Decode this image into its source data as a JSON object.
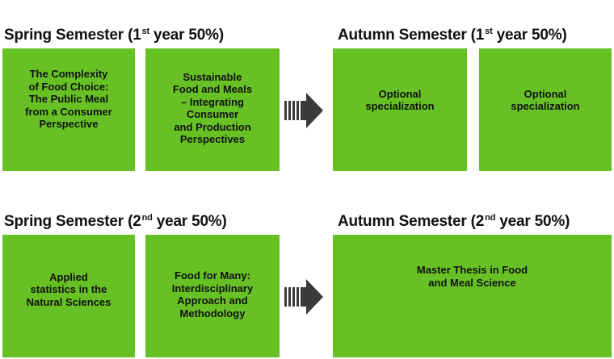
{
  "rows": [
    {
      "spring_heading": {
        "prefix": "Spring Semester (1",
        "sup": "st",
        "suffix": " year 50%)"
      },
      "autumn_heading": {
        "prefix": "Autumn Semester (1",
        "sup": "st",
        "suffix": " year 50%)"
      },
      "courses": [
        "The Complexity\nof Food Choice:\nThe Public Meal\nfrom a Consumer\nPerspective",
        "Sustainable\nFood and Meals\n– Integrating\nConsumer\nand Production\nPerspectives",
        "Optional\nspecialization",
        "Optional\nspecialization"
      ]
    },
    {
      "spring_heading": {
        "prefix": "Spring Semester (2",
        "sup": "nd",
        "suffix": " year 50%)"
      },
      "autumn_heading": {
        "prefix": "Autumn Semester (2",
        "sup": "nd",
        "suffix": " year 50%)"
      },
      "courses": [
        "Applied\nstatistics in the\nNatural Sciences",
        "Food for Many:\nInterdisciplinary\nApproach and\nMethodology",
        "Master Thesis in Food\nand Meal Science"
      ]
    }
  ],
  "colors": {
    "box": "#67c125",
    "arrow": "#3a3a3a",
    "text": "#111111"
  },
  "icons": {
    "arrow": "striped-right-arrow-icon"
  }
}
